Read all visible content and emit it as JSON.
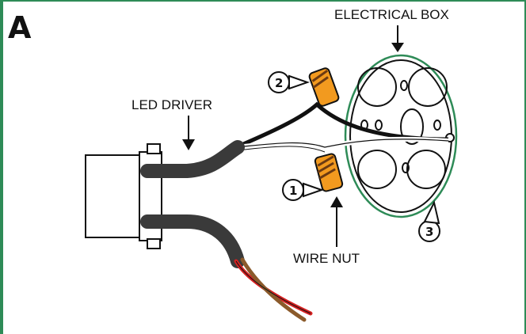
{
  "panel": {
    "letter": "A"
  },
  "labels": {
    "electrical_box": "ELECTRICAL BOX",
    "led_driver": "LED DRIVER",
    "wire_nut": "WIRE NUT"
  },
  "callouts": {
    "one": "1",
    "two": "2",
    "three": "3"
  },
  "colors": {
    "frame_green": "#2e8b57",
    "wire_nut_orange": "#f29a1f",
    "wire_nut_dark": "#6b3a12",
    "cable_gray": "#3a3a3a",
    "red_wire": "#d42020",
    "brown_wire": "#8b5a2b"
  }
}
